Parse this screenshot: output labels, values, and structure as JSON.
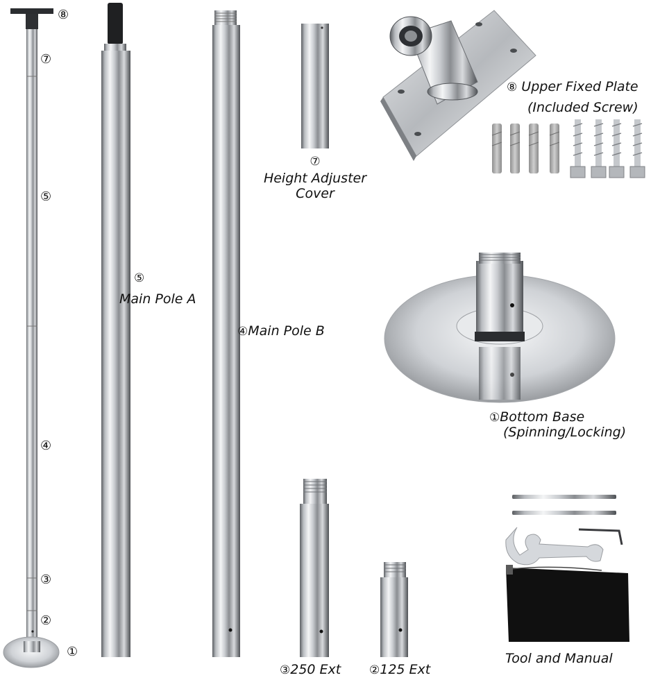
{
  "assembled_markers": [
    "⑧",
    "⑦",
    "⑤",
    "④",
    "③",
    "②",
    "①"
  ],
  "parts": {
    "main_pole_a": {
      "num": "⑤",
      "label": "Main Pole A"
    },
    "main_pole_b": {
      "num": "④",
      "label": "Main Pole B"
    },
    "height_adjuster": {
      "num": "⑦",
      "line1": "Height Adjuster",
      "line2": "Cover"
    },
    "upper_plate": {
      "num": "⑧",
      "line1": "Upper Fixed Plate",
      "line2": "(Included Screw)"
    },
    "bottom_base": {
      "num": "①",
      "line1": "Bottom Base",
      "line2": "(Spinning/Locking)"
    },
    "ext_250": {
      "num": "③",
      "label": "250 Ext"
    },
    "ext_125": {
      "num": "②",
      "label": "125 Ext"
    },
    "tools": {
      "label": "Tool and Manual"
    }
  }
}
